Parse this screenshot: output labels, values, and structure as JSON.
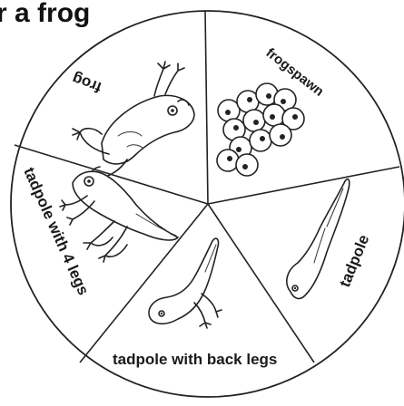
{
  "title": "r a frog",
  "segments": [
    {
      "label": "frog"
    },
    {
      "label": "frogspawn"
    },
    {
      "label": "tadpole"
    },
    {
      "label": "tadpole with back legs"
    },
    {
      "label": "tadpole with 4 legs"
    }
  ]
}
